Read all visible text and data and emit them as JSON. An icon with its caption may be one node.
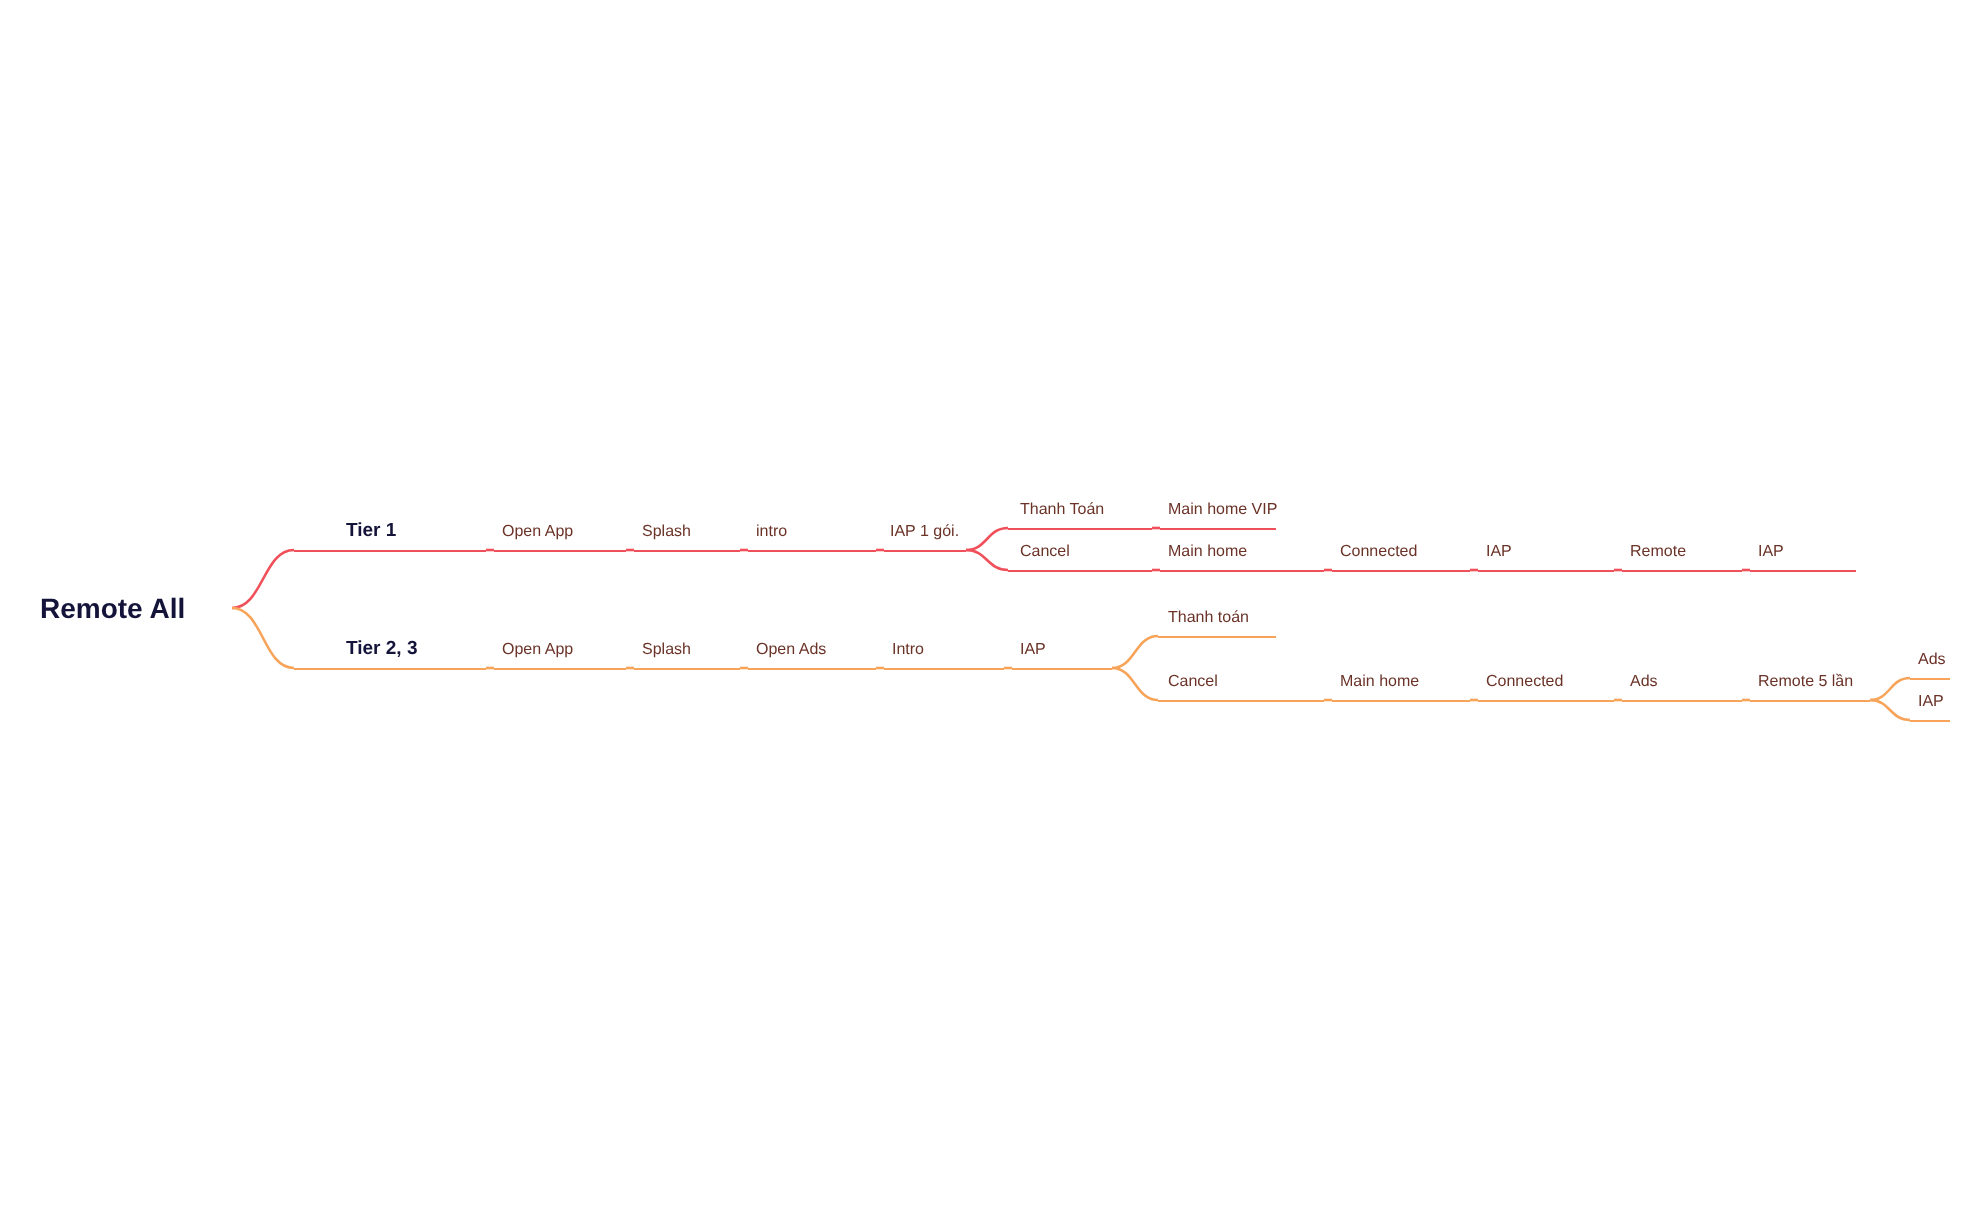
{
  "diagram": {
    "nodes": [
      {
        "text": [
          "Remote All"
        ]
      },
      {
        "text": [
          "Tier 1"
        ]
      },
      {
        "text": [
          "Open App"
        ]
      },
      {
        "text": [
          "Splash"
        ]
      },
      {
        "text": [
          "intro"
        ]
      },
      {
        "text": [
          "IAP 1 gói."
        ]
      },
      {
        "text": [
          "Thanh Toán"
        ]
      },
      {
        "text": [
          "Main home VIP"
        ]
      },
      {
        "text": [
          "Cancel"
        ]
      },
      {
        "text": [
          "Main home"
        ]
      },
      {
        "text": [
          "Connected"
        ]
      },
      {
        "text": [
          "IAP"
        ]
      },
      {
        "text": [
          "Remote"
        ]
      },
      {
        "text": [
          "IAP"
        ]
      },
      {
        "text": [
          "Tier 2, 3"
        ]
      },
      {
        "text": [
          "Open App"
        ]
      },
      {
        "text": [
          "Splash"
        ]
      },
      {
        "text": [
          "Open Ads"
        ]
      },
      {
        "text": [
          "Intro"
        ]
      },
      {
        "text": [
          "IAP"
        ]
      },
      {
        "text": [
          "Thanh toán"
        ]
      },
      {
        "text": [
          "Cancel"
        ]
      },
      {
        "text": [
          "Main home"
        ]
      },
      {
        "text": [
          "Connected"
        ]
      },
      {
        "text": [
          "Ads"
        ]
      },
      {
        "text": [
          "Remote 5 lần"
        ]
      },
      {
        "text": [
          "Ads"
        ]
      },
      {
        "text": [
          "IAP"
        ]
      }
    ],
    "edges": [
      {
        "from": 0,
        "to": 1,
        "arrow": "none",
        "color": "#f0505a"
      },
      {
        "from": 1,
        "to": 2,
        "arrow": "none",
        "color": "#f0505a"
      },
      {
        "from": 2,
        "to": 3,
        "arrow": "none",
        "color": "#f0505a"
      },
      {
        "from": 3,
        "to": 4,
        "arrow": "none",
        "color": "#f0505a"
      },
      {
        "from": 4,
        "to": 5,
        "arrow": "none",
        "color": "#f0505a"
      },
      {
        "from": 5,
        "to": 6,
        "arrow": "none",
        "color": "#f0505a"
      },
      {
        "from": 6,
        "to": 7,
        "arrow": "none",
        "color": "#f0505a"
      },
      {
        "from": 5,
        "to": 8,
        "arrow": "none",
        "color": "#f0505a"
      },
      {
        "from": 8,
        "to": 9,
        "arrow": "none",
        "color": "#f0505a"
      },
      {
        "from": 9,
        "to": 10,
        "arrow": "none",
        "color": "#f0505a"
      },
      {
        "from": 10,
        "to": 11,
        "arrow": "none",
        "color": "#f0505a"
      },
      {
        "from": 11,
        "to": 12,
        "arrow": "none",
        "color": "#f0505a"
      },
      {
        "from": 12,
        "to": 13,
        "arrow": "none",
        "color": "#f0505a"
      },
      {
        "from": 0,
        "to": 14,
        "arrow": "none"
      },
      {
        "from": 14,
        "to": 15,
        "arrow": "none"
      },
      {
        "from": 15,
        "to": 16,
        "arrow": "none"
      },
      {
        "from": 16,
        "to": 17,
        "arrow": "none"
      },
      {
        "from": 17,
        "to": 18,
        "arrow": "none"
      },
      {
        "from": 18,
        "to": 19,
        "arrow": "none"
      },
      {
        "from": 19,
        "to": 20,
        "arrow": "none"
      },
      {
        "from": 19,
        "to": 21,
        "arrow": "none"
      },
      {
        "from": 21,
        "to": 22,
        "arrow": "none"
      },
      {
        "from": 22,
        "to": 23,
        "arrow": "none"
      },
      {
        "from": 23,
        "to": 24,
        "arrow": "none"
      },
      {
        "from": 24,
        "to": 25,
        "arrow": "none"
      },
      {
        "from": 25,
        "to": 26,
        "arrow": "none"
      },
      {
        "from": 25,
        "to": 27,
        "arrow": "none"
      }
    ]
  }
}
